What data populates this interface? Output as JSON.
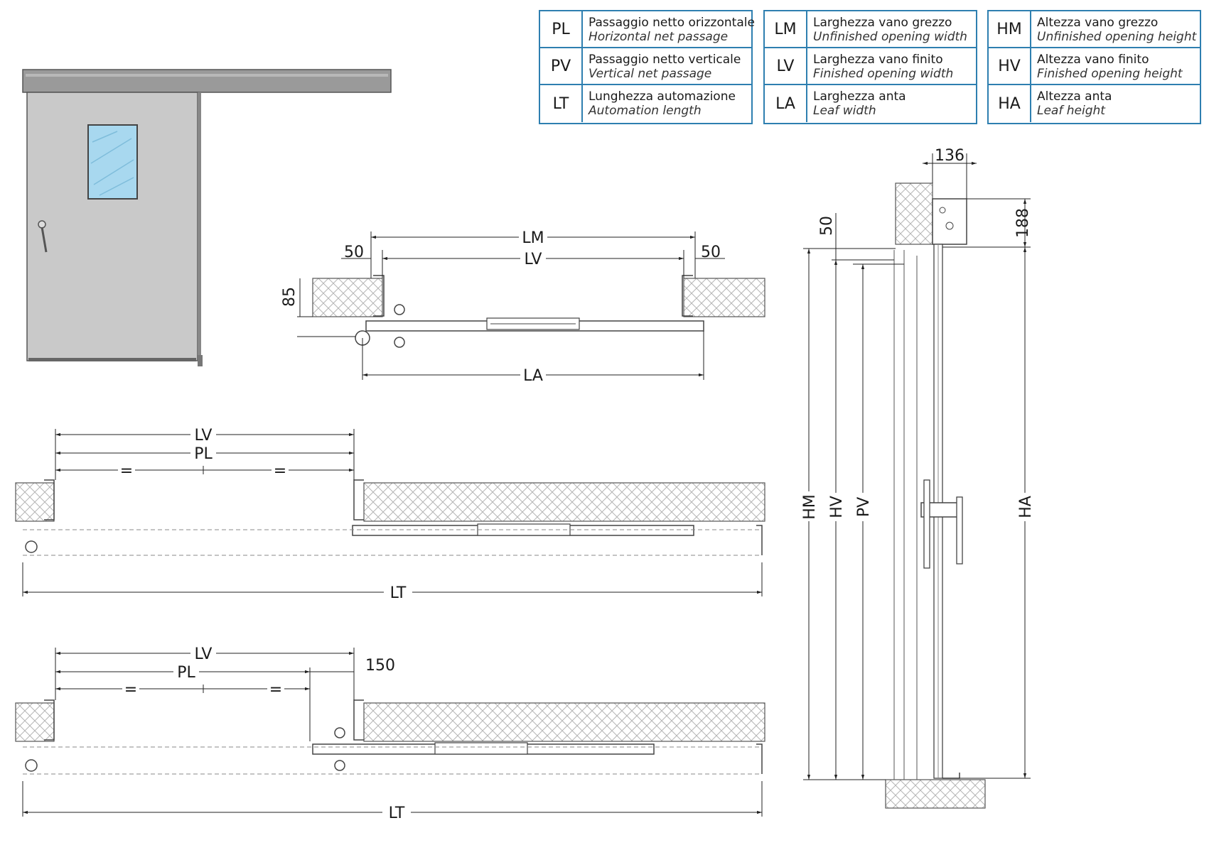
{
  "legend": [
    {
      "code": "PL",
      "it": "Passaggio netto orizzontale",
      "en": "Horizontal net passage"
    },
    {
      "code": "PV",
      "it": "Passaggio netto verticale",
      "en": "Vertical net passage"
    },
    {
      "code": "LT",
      "it": "Lunghezza automazione",
      "en": "Automation length"
    },
    {
      "code": "LM",
      "it": "Larghezza vano grezzo",
      "en": "Unfinished opening width"
    },
    {
      "code": "LV",
      "it": "Larghezza vano finito",
      "en": "Finished opening width"
    },
    {
      "code": "LA",
      "it": "Larghezza anta",
      "en": "Leaf width"
    },
    {
      "code": "HM",
      "it": "Altezza vano grezzo",
      "en": "Unfinished opening height"
    },
    {
      "code": "HV",
      "it": "Altezza vano finito",
      "en": "Finished opening height"
    },
    {
      "code": "HA",
      "it": "Altezza anta",
      "en": "Leaf height"
    }
  ],
  "plan_top": {
    "lm": "LM",
    "lv": "LV",
    "left": "50",
    "right": "50",
    "depth": "85",
    "la": "LA"
  },
  "plan_mid": {
    "lv": "LV",
    "pl": "PL",
    "eq1": "=",
    "eq2": "=",
    "lt": "LT"
  },
  "plan_bot": {
    "lv": "LV",
    "pl": "PL",
    "eq1": "=",
    "eq2": "=",
    "offset": "150",
    "lt": "LT"
  },
  "section": {
    "w136": "136",
    "h188": "188",
    "h50": "50",
    "hm": "HM",
    "hv": "HV",
    "pv": "PV",
    "ha": "HA"
  },
  "colors": {
    "legend_border": "#2e7fb0",
    "door_fill": "#c9c9c9",
    "rail_fill": "#9a9a9a",
    "glass": "#a8d8ef"
  }
}
